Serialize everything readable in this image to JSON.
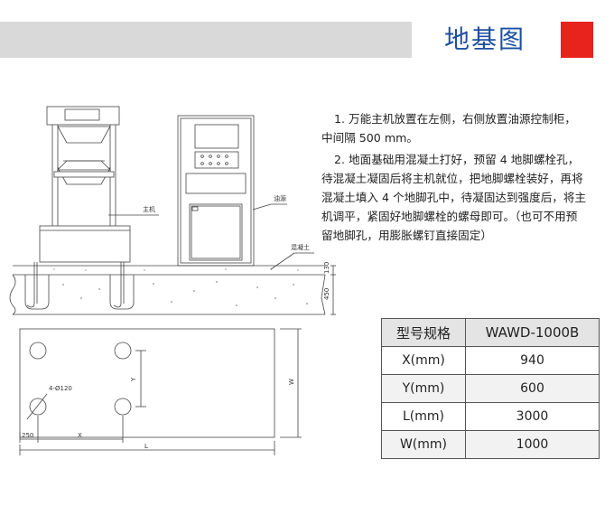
{
  "header": {
    "title": "地基图"
  },
  "notes": {
    "line1": "1. 万能主机放置在左侧，右侧放置油源控制柜，",
    "line2": "中间隔 500 mm。",
    "line3": "2. 地面基础用混凝土打好，预留 4 地脚螺栓孔，",
    "line4": "待混凝土凝固后将主机就位，把地脚螺栓装好，再将",
    "line5": "混凝土填入 4 个地脚孔中，待凝固达到强度后，将主",
    "line6": "机调平，紧固好地脚螺栓的螺母即可。（也可不用预",
    "line7": "留地脚孔，用膨胀螺钉直接固定）"
  },
  "drawing_labels": {
    "main_machine": "主机",
    "oil_source": "油源",
    "concrete": "混凝土",
    "dim_130": "130",
    "dim_450": "450",
    "dim_y": "Y",
    "dim_w": "W",
    "dim_hole": "4-Ø120",
    "dim_250": "250",
    "dim_x": "X",
    "dim_l": "L"
  },
  "table": {
    "header": {
      "label": "型号规格",
      "value": "WAWD-1000B"
    },
    "rows": [
      {
        "label": "X(mm)",
        "value": "940"
      },
      {
        "label": "Y(mm)",
        "value": "600"
      },
      {
        "label": "L(mm)",
        "value": "3000"
      },
      {
        "label": "W(mm)",
        "value": "1000"
      }
    ]
  }
}
